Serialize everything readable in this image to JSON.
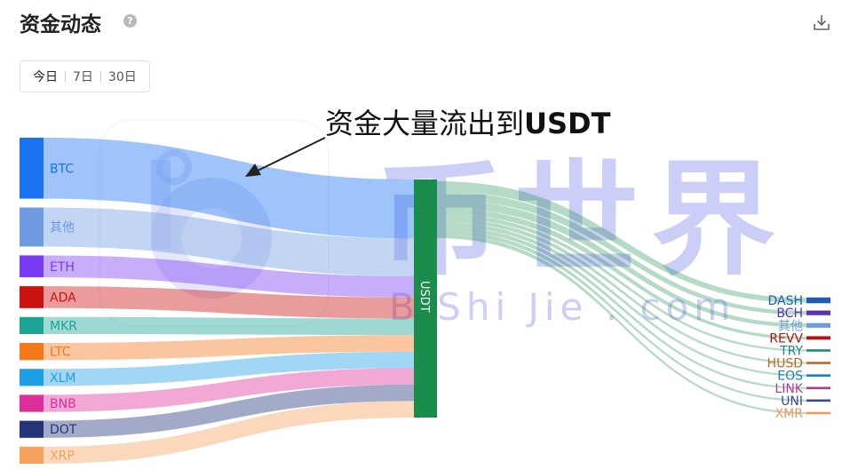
{
  "header": {
    "title": "资金动态",
    "help_icon": "?"
  },
  "tabs": [
    {
      "label": "今日",
      "active": true
    },
    {
      "label": "7日",
      "active": false
    },
    {
      "label": "30日",
      "active": false
    }
  ],
  "annotation": {
    "prefix": "资金大量流出到",
    "suffix": "USDT"
  },
  "watermark": {
    "brand_cn": "币世界",
    "brand_en": "B Shi Jie . com"
  },
  "chart_data": {
    "type": "sankey",
    "hub": "USDT",
    "hub_color": "#1a8c4b",
    "sources": [
      {
        "name": "BTC",
        "color": "#1a72f0",
        "value": 25
      },
      {
        "name": "其他",
        "color": "#6e9be0",
        "value": 16
      },
      {
        "name": "ETH",
        "color": "#7a3cf2",
        "value": 9
      },
      {
        "name": "ADA",
        "color": "#cc1111",
        "value": 9
      },
      {
        "name": "MKR",
        "color": "#1aa595",
        "value": 7
      },
      {
        "name": "LTC",
        "color": "#f5781a",
        "value": 7
      },
      {
        "name": "XLM",
        "color": "#1ea0e6",
        "value": 7
      },
      {
        "name": "BNB",
        "color": "#dd2f9a",
        "value": 7
      },
      {
        "name": "DOT",
        "color": "#243479",
        "value": 7
      },
      {
        "name": "XRP",
        "color": "#f6a25c",
        "value": 7
      }
    ],
    "targets": [
      {
        "name": "DASH",
        "color": "#1c5cb8",
        "value": 5
      },
      {
        "name": "BCH",
        "color": "#5a32b8",
        "value": 4
      },
      {
        "name": "其他",
        "color": "#6e9be0",
        "value": 4
      },
      {
        "name": "REVV",
        "color": "#b01515",
        "value": 3
      },
      {
        "name": "TRY",
        "color": "#1a8a85",
        "value": 2
      },
      {
        "name": "HUSD",
        "color": "#c8641e",
        "value": 2
      },
      {
        "name": "EOS",
        "color": "#1b7fb8",
        "value": 2
      },
      {
        "name": "LINK",
        "color": "#b83a8e",
        "value": 2
      },
      {
        "name": "UNI",
        "color": "#3a4a8e",
        "value": 2
      },
      {
        "name": "XMR",
        "color": "#f29a55",
        "value": 2
      }
    ]
  }
}
